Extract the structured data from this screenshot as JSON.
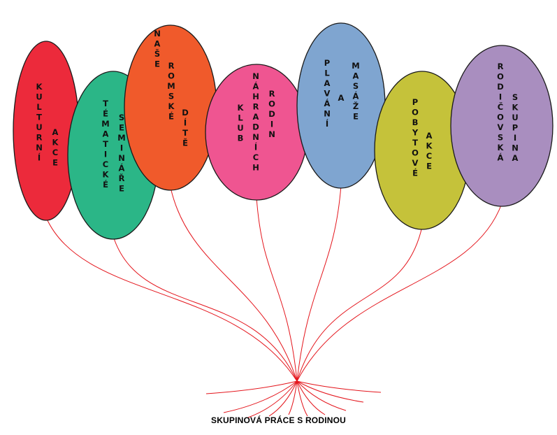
{
  "caption": "SKUPINOVÁ PRÁCE S RODINOU",
  "string_color": "#e4141b",
  "balloons": [
    {
      "id": "kulturni-akce",
      "fill": "#ec2a3b",
      "columns": [
        "KULTURNÍ",
        "AKCE"
      ]
    },
    {
      "id": "tematicke-seminare",
      "fill": "#2bb687",
      "columns": [
        "TÉMATICKÉ",
        "SEMINÁŘE"
      ]
    },
    {
      "id": "nase-romske-dite",
      "fill": "#f05a2b",
      "columns": [
        "NAŠE",
        "ROMSKÉ",
        "DÍTĚ"
      ]
    },
    {
      "id": "klub-nahradnich-rodin",
      "fill": "#ef5591",
      "columns": [
        "KLUB",
        "NÁHRADNÍCH",
        "RODIN"
      ]
    },
    {
      "id": "plavani-a-masaze",
      "fill": "#7fa5d0",
      "columns": [
        "PLAVÁNÍ",
        "A",
        "MASÁŽE"
      ]
    },
    {
      "id": "pobytove-akce",
      "fill": "#c5c23a",
      "columns": [
        "POBYTOVÉ",
        "AKCE"
      ]
    },
    {
      "id": "rodicovska-skupina",
      "fill": "#a98ebf",
      "columns": [
        "RODIČOVSKÁ",
        "SKUPINA"
      ]
    }
  ]
}
